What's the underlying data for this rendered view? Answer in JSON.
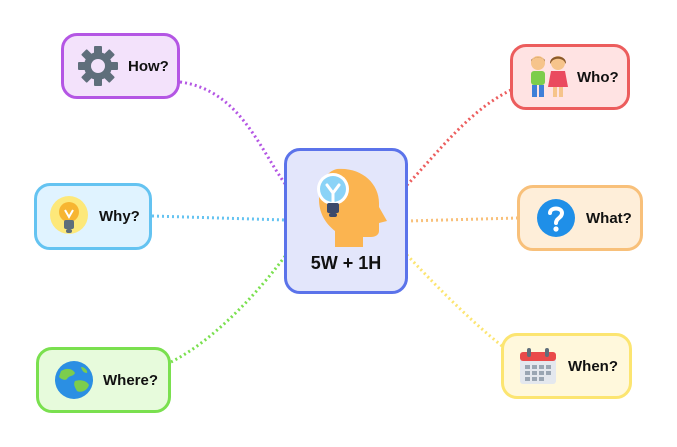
{
  "center": {
    "label": "5W + 1H",
    "icon": "head-lightbulb-icon"
  },
  "branches": {
    "how": {
      "label": "How?",
      "icon": "gear-icon",
      "color": "#b456e4"
    },
    "why": {
      "label": "Why?",
      "icon": "lightbulb-icon",
      "color": "#64c3f1"
    },
    "where": {
      "label": "Where?",
      "icon": "globe-icon",
      "color": "#7ae04f"
    },
    "who": {
      "label": "Who?",
      "icon": "people-icon",
      "color": "#ec5d5d"
    },
    "what": {
      "label": "What?",
      "icon": "question-icon",
      "color": "#f8c07a"
    },
    "when": {
      "label": "When?",
      "icon": "calendar-icon",
      "color": "#fce571"
    }
  }
}
